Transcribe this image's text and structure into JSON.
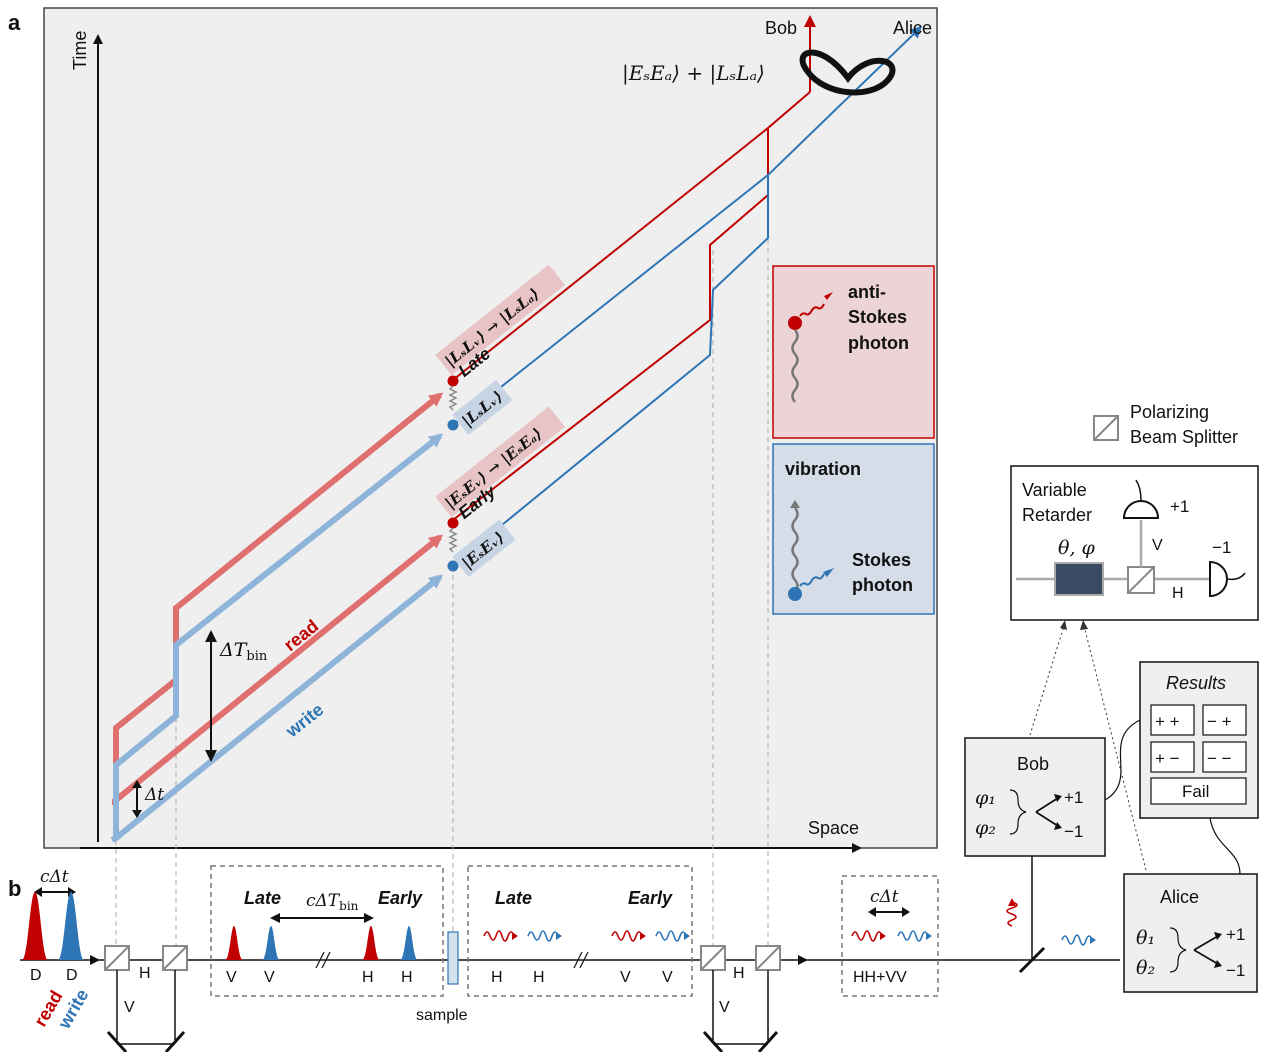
{
  "panel_a": {
    "label": "a",
    "axis_time": "Time",
    "axis_space": "Space",
    "bob": "Bob",
    "alice": "Alice",
    "entangled_state": "|EₛEₐ⟩ + |LₛLₐ⟩",
    "late_label": "Late",
    "early_label": "Early",
    "late_read_state": "|LₛLᵥ⟩ → |LₛLₐ⟩",
    "late_write_state": "|LₛLᵥ⟩",
    "early_read_state": "|EₛEᵥ⟩ → |EₛEₐ⟩",
    "early_write_state": "|EₛEᵥ⟩",
    "read_label": "read",
    "write_label": "write",
    "delta_t_bin": "ΔT",
    "delta_t_bin_sub": "bin",
    "delta_t": "Δt",
    "anti_stokes_line1": "anti-",
    "anti_stokes_line2": "Stokes",
    "anti_stokes_line3": "photon",
    "vibration": "vibration",
    "stokes_line1": "Stokes",
    "stokes_line2": "photon"
  },
  "panel_b": {
    "label": "b",
    "c_delta_t": "cΔt",
    "c_delta_t_bin": "cΔT",
    "c_delta_t_bin_sub": "bin",
    "pulse_d1": "D",
    "pulse_d2": "D",
    "read_label": "read",
    "write_label": "write",
    "h": "H",
    "v": "V",
    "late": "Late",
    "early": "Early",
    "pol_v1": "V",
    "pol_v2": "V",
    "pol_h1": "H",
    "pol_h2": "H",
    "pol_h3": "H",
    "pol_h4": "H",
    "pol_v3": "V",
    "pol_v4": "V",
    "sample": "sample",
    "hhvv": "HH+VV",
    "pbs_legend_line1": "Polarizing",
    "pbs_legend_line2": "Beam Splitter",
    "retarder_line1": "Variable",
    "retarder_line2": "Retarder",
    "theta_phi": "θ, φ",
    "plus_one": "+1",
    "minus_one": "−1",
    "retarder_v": "V",
    "retarder_h": "H",
    "results_title": "Results",
    "results": [
      "+ +",
      "− +",
      "+ −",
      "− −"
    ],
    "fail": "Fail",
    "bob": "Bob",
    "bob_phi1": "φ₁",
    "bob_phi2": "φ₂",
    "bob_plus": "+1",
    "bob_minus": "−1",
    "alice": "Alice",
    "alice_theta1": "θ₁",
    "alice_theta2": "θ₂",
    "alice_plus": "+1",
    "alice_minus": "−1"
  },
  "colors": {
    "red": "#c00000",
    "blue": "#2e75b6",
    "light_red": "#e07070",
    "light_blue": "#8fb4d9",
    "panel_bg": "#efefef",
    "anti_box_bg": "#ecd3d5",
    "stokes_box_bg": "#d4dde8",
    "retarder": "#3a4a63"
  }
}
